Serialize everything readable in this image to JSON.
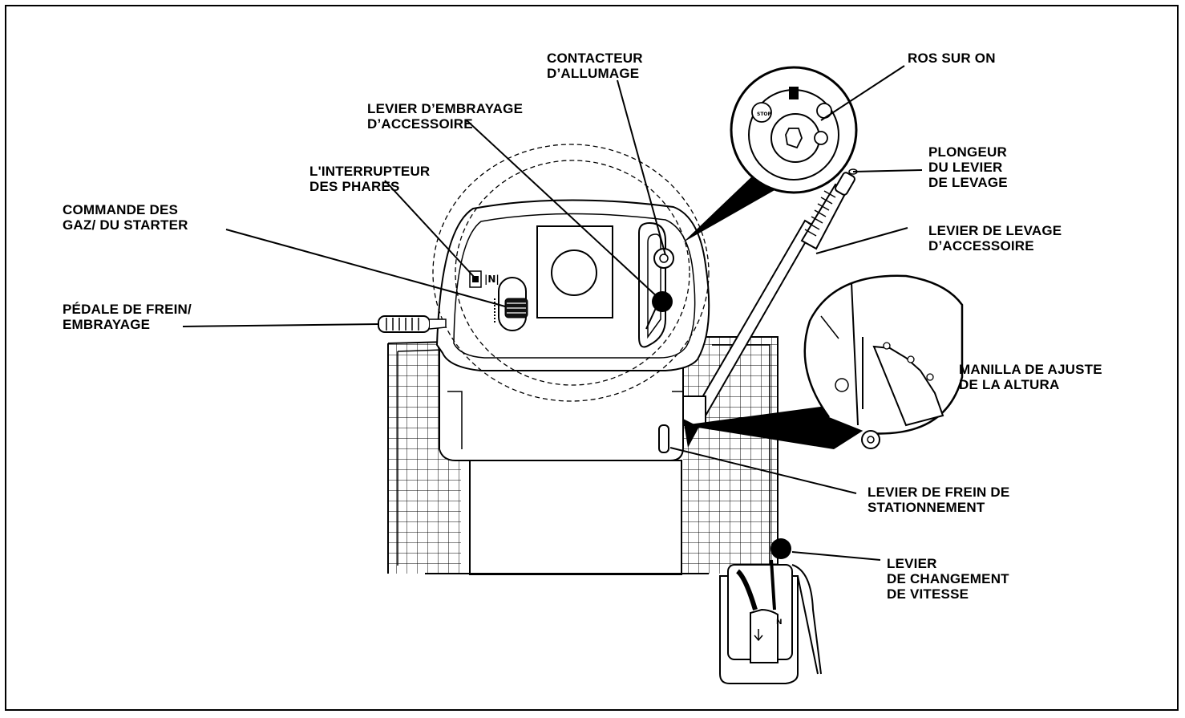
{
  "labels": {
    "contacteur": [
      "CONTACTEUR",
      "D’ALLUMAGE"
    ],
    "ros_sur_on": [
      "ROS SUR ON"
    ],
    "levier_embrayage": [
      "LEVIER  D’EMBRAYAGE",
      "D’ACCESSOIRE"
    ],
    "interrupteur": [
      "L'INTERRUPTEUR",
      "DES PHARES"
    ],
    "commande_gaz": [
      "COMMANDE DES",
      "GAZ/ DU STARTER"
    ],
    "pedale": [
      "PÉDALE DE FREIN/",
      "EMBRAYAGE"
    ],
    "plongeur": [
      "PLONGEUR",
      "DU LEVIER",
      "DE LEVAGE"
    ],
    "levier_levage": [
      "LEVIER DE LEVAGE",
      "D’ACCESSOIRE"
    ],
    "manilla": [
      "MANILLA  DE  AJUSTE",
      "DE LA ALTURA"
    ],
    "frein_stationnement": [
      "LEVIER  DE  FREIN  DE",
      "STATIONNEMENT"
    ],
    "changement_vitesse": [
      "LEVIER",
      "DE CHANGEMENT",
      "DE VITESSE"
    ]
  },
  "switch_symbols": {
    "stop": "STOP",
    "neutral": "N"
  }
}
